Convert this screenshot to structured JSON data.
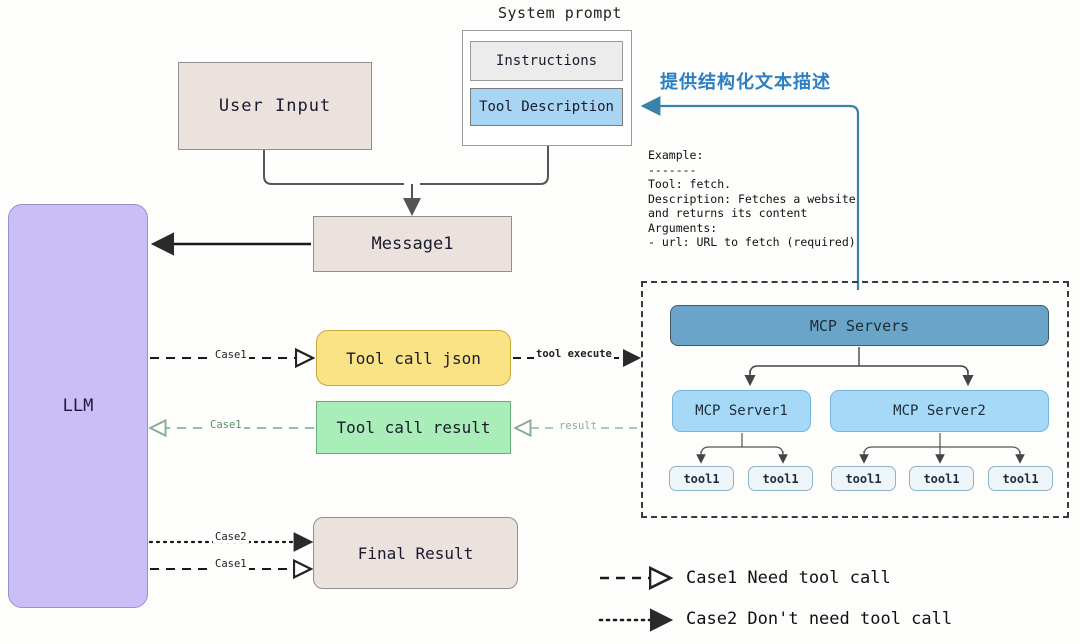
{
  "diagram": {
    "title_label": "System prompt",
    "boxes": {
      "user_input": "User Input",
      "instructions": "Instructions",
      "tool_description": "Tool Description",
      "message1": "Message1",
      "llm": "LLM",
      "tool_call_json": "Tool call json",
      "tool_call_result": "Tool call result",
      "final_result": "Final Result",
      "mcp_servers": "MCP Servers",
      "mcp_server1": "MCP Server1",
      "mcp_server2": "MCP Server2",
      "tool_chips": [
        "tool1",
        "tool1",
        "tool1",
        "tool1",
        "tool1"
      ]
    },
    "annotation_cn": "提供结构化文本描述",
    "example_block": "Example:\n-------\nTool: fetch.\nDescription: Fetches a website\nand returns its content\nArguments:\n- url: URL to fetch (required)",
    "edge_labels": {
      "case1_to_toolcall": "Case1",
      "case1_from_result": "Case1",
      "tool_execute": "tool execute",
      "result": "result",
      "case2_final": "Case2",
      "case1_final": "Case1"
    },
    "legend": [
      {
        "style": "dashed",
        "text": "Case1 Need tool call"
      },
      {
        "style": "dotted",
        "text": "Case2 Don't need tool call"
      }
    ],
    "colors": {
      "llm": "#cbbdf5",
      "beige": "#ece2dd",
      "tool_json": "#fae384",
      "tool_result": "#a9edb9",
      "mcp_servers": "#6aa5c9",
      "mcp_server_child": "#a6d8f7",
      "tool_description": "#a9d5f5",
      "instructions": "#ececec",
      "annotation_blue": "#2b7fc2",
      "green_arrow": "#8fc4a0"
    }
  }
}
